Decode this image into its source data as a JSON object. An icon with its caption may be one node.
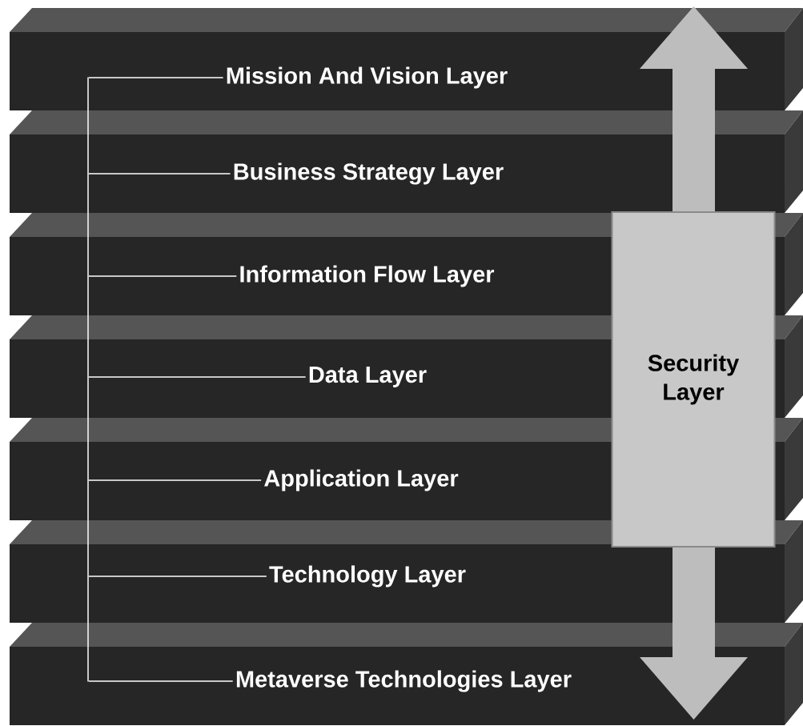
{
  "diagram": {
    "nodes": [
      {
        "text": [
          "Mission And Vision Layer"
        ]
      },
      {
        "text": [
          "Business Strategy Layer"
        ]
      },
      {
        "text": [
          "Information Flow Layer"
        ]
      },
      {
        "text": [
          "Data Layer"
        ]
      },
      {
        "text": [
          "Application Layer"
        ]
      },
      {
        "text": [
          "Technology Layer"
        ]
      },
      {
        "text": [
          "Metaverse Technologies Layer"
        ]
      },
      {
        "text": [
          "Security Layer"
        ]
      },
      {
        "text": [],
        "shape": "bar"
      }
    ],
    "edges": [
      {
        "from": 8,
        "to": 0,
        "arrow": "none"
      },
      {
        "from": 8,
        "to": 1,
        "arrow": "none"
      },
      {
        "from": 8,
        "to": 2,
        "arrow": "none"
      },
      {
        "from": 8,
        "to": 3,
        "arrow": "none"
      },
      {
        "from": 8,
        "to": 4,
        "arrow": "none"
      },
      {
        "from": 8,
        "to": 5,
        "arrow": "none"
      },
      {
        "from": 8,
        "to": 6,
        "arrow": "none"
      }
    ]
  }
}
